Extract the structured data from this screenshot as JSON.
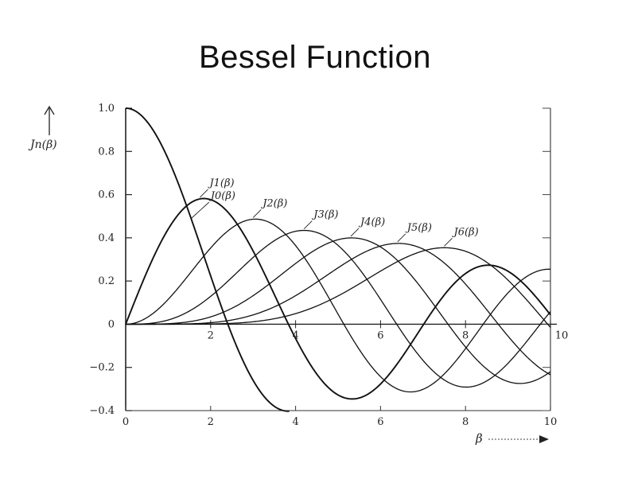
{
  "slide": {
    "title": "Bessel Function"
  },
  "chart_data": {
    "type": "line",
    "title": "Bessel Function",
    "xlabel": "β",
    "ylabel": "Jn(β)",
    "xlim": [
      0,
      10
    ],
    "ylim": [
      -0.4,
      1.0
    ],
    "grid": false,
    "x_ticks": [
      {
        "value": 0,
        "label": "0"
      },
      {
        "value": 2,
        "label": "2"
      },
      {
        "value": 4,
        "label": "4"
      },
      {
        "value": 6,
        "label": "6"
      },
      {
        "value": 8,
        "label": "8"
      },
      {
        "value": 10,
        "label": "10"
      }
    ],
    "x_ticks_inner": [
      {
        "value": 2,
        "label": "2"
      },
      {
        "value": 4,
        "label": "4"
      },
      {
        "value": 6,
        "label": "6"
      },
      {
        "value": 8,
        "label": "8"
      },
      {
        "value": 10,
        "label": "10"
      }
    ],
    "y_ticks": [
      {
        "value": 1.0,
        "label": "1.0"
      },
      {
        "value": 0.8,
        "label": "0.8"
      },
      {
        "value": 0.6,
        "label": "0.6"
      },
      {
        "value": 0.4,
        "label": "0.4"
      },
      {
        "value": 0.2,
        "label": "0.2"
      },
      {
        "value": 0,
        "label": "0"
      },
      {
        "value": -0.2,
        "label": "−0.2"
      },
      {
        "value": -0.4,
        "label": "−0.4"
      }
    ],
    "series": [
      {
        "name": "J0(β)",
        "order": 0,
        "label_at": 1.55
      },
      {
        "name": "J1(β)",
        "order": 1,
        "label_at": 1.75
      },
      {
        "name": "J2(β)",
        "order": 2,
        "label_at": 3.0
      },
      {
        "name": "J3(β)",
        "order": 3,
        "label_at": 4.2
      },
      {
        "name": "J4(β)",
        "order": 4,
        "label_at": 5.3
      },
      {
        "name": "J5(β)",
        "order": 5,
        "label_at": 6.4
      },
      {
        "name": "J6(β)",
        "order": 6,
        "label_at": 7.5
      }
    ],
    "j0_visible_max_x": 3.85
  }
}
